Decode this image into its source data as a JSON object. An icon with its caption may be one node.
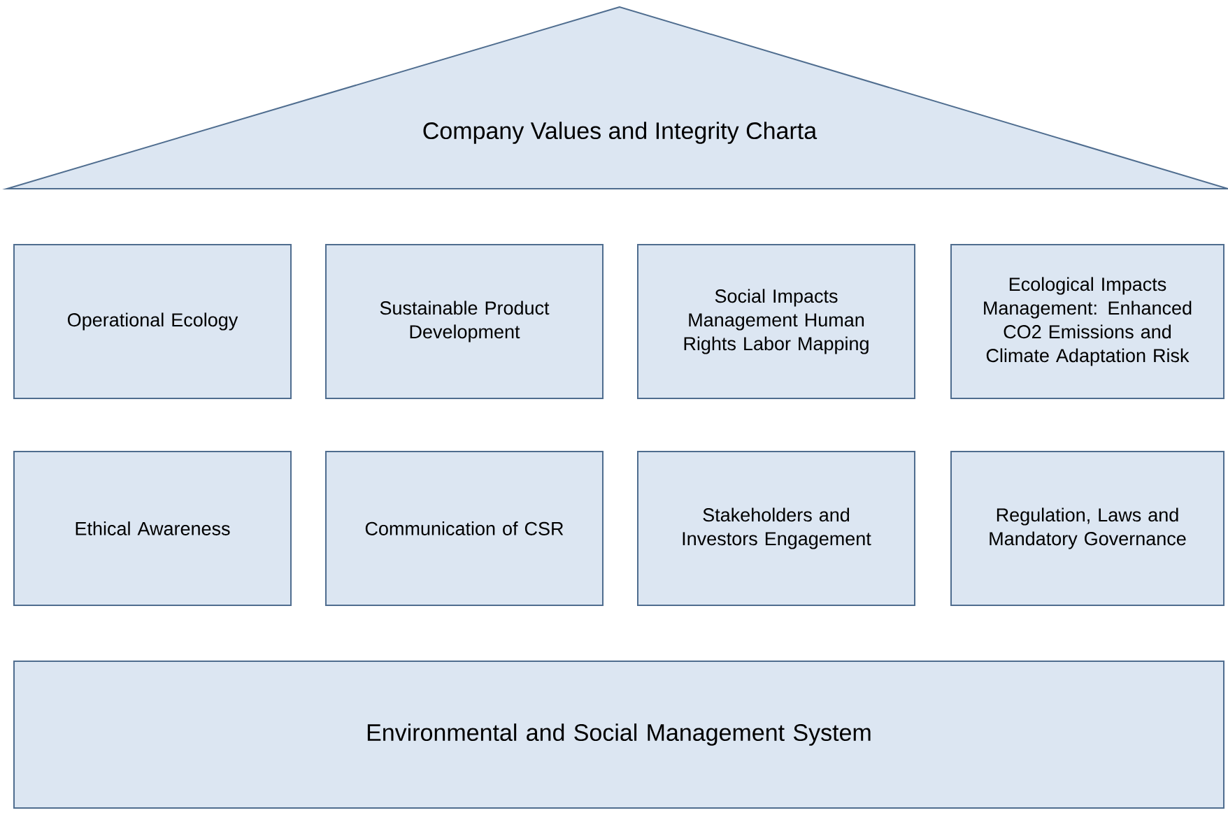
{
  "diagram": {
    "nodes": [
      {
        "text": [
          "Company Values and Integrity Charta"
        ]
      },
      {
        "text": [
          "Operational Ecology"
        ]
      },
      {
        "text": [
          "Sustainable Product Development"
        ]
      },
      {
        "text": [
          "Social Impacts Management Human Rights Labor Mapping"
        ]
      },
      {
        "text": [
          "Ecological Impacts Management: Enhanced CO2 Emissions and Climate Adaptation Risk"
        ]
      },
      {
        "text": [
          "Ethical Awareness"
        ]
      },
      {
        "text": [
          "Communication of CSR"
        ]
      },
      {
        "text": [
          "Stakeholders and Investors Engagement"
        ]
      },
      {
        "text": [
          "Regulation, Laws and Mandatory Governance"
        ]
      },
      {
        "text": [
          "Environmental and Social Management System"
        ]
      }
    ]
  }
}
